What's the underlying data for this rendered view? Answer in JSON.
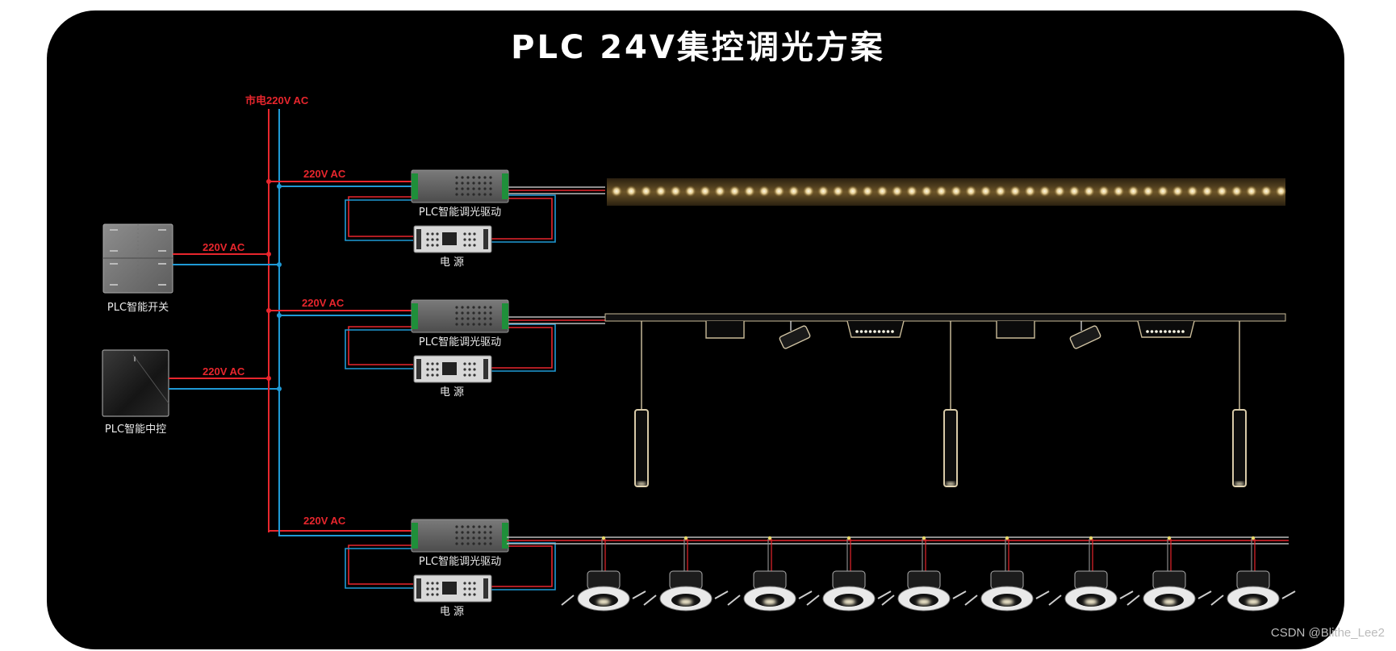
{
  "title": "PLC 24V集控调光方案",
  "mains_label": "市电220V AC",
  "wire_labels": {
    "switch_feed": "220V AC",
    "central_feed": "220V AC",
    "circuit1_feed": "220V AC",
    "circuit2_feed": "220V AC",
    "circuit3_feed": "220V AC"
  },
  "devices": {
    "smart_switch": "PLC智能开关",
    "central_control": "PLC智能中控",
    "driver": "PLC智能调光驱动",
    "power_supply": "电 源"
  },
  "watermark": "CSDN @Blithe_Lee2",
  "colors": {
    "live_wire": "#e8262d",
    "neutral_wire": "#1f9ad6",
    "background": "#000000",
    "title": "#ffffff",
    "led_glow": "#f3dca0"
  },
  "icons": [
    "led-strip-icon",
    "track-light-icon",
    "pendant-light-icon",
    "downlight-icon",
    "spotlight-icon"
  ]
}
